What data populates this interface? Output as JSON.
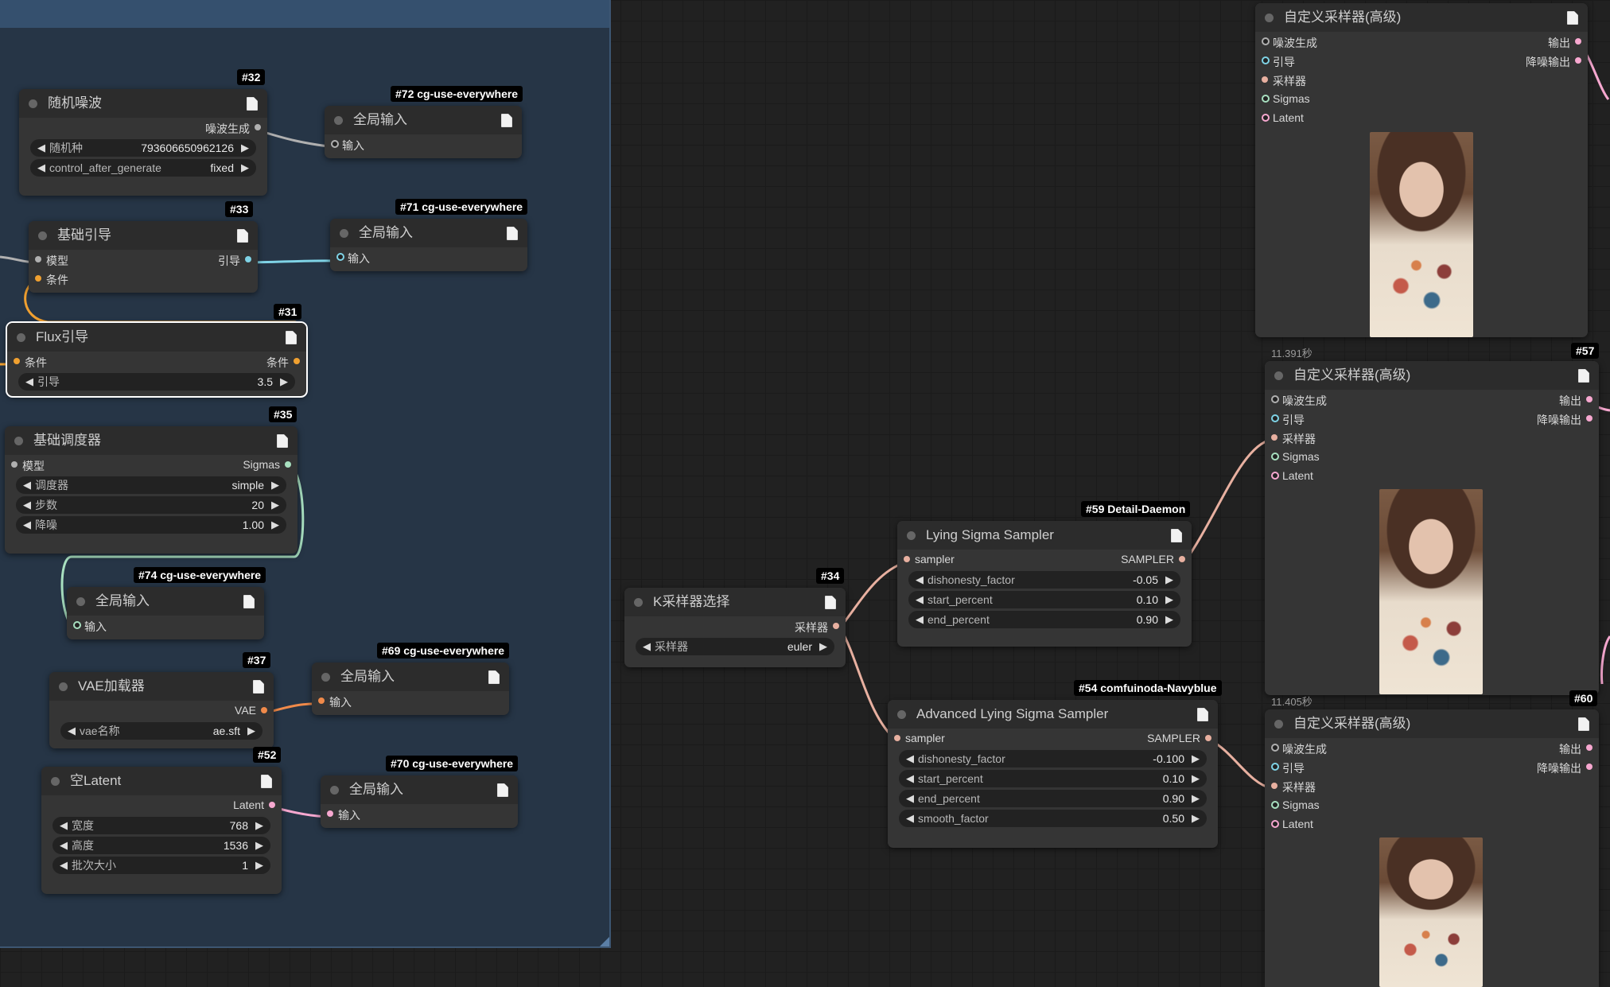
{
  "nodes": {
    "n32": {
      "badge": "#32",
      "title": "随机噪波",
      "output": "噪波生成",
      "seed_label": "随机种",
      "seed_value": "793606650962126",
      "cag_label": "control_after_generate",
      "cag_value": "fixed"
    },
    "n72": {
      "badge": "#72 cg-use-everywhere",
      "title": "全局输入",
      "input": "输入"
    },
    "n33": {
      "badge": "#33",
      "title": "基础引导",
      "input_model": "模型",
      "input_cond": "条件",
      "output": "引导"
    },
    "n71": {
      "badge": "#71 cg-use-everywhere",
      "title": "全局输入",
      "input": "输入"
    },
    "n31": {
      "badge": "#31",
      "title": "Flux引导",
      "input": "条件",
      "output": "条件",
      "guide_label": "引导",
      "guide_value": "3.5"
    },
    "n35": {
      "badge": "#35",
      "title": "基础调度器",
      "input": "模型",
      "output": "Sigmas",
      "scheduler_label": "调度器",
      "scheduler_value": "simple",
      "steps_label": "步数",
      "steps_value": "20",
      "denoise_label": "降噪",
      "denoise_value": "1.00"
    },
    "n74": {
      "badge": "#74 cg-use-everywhere",
      "title": "全局输入",
      "input": "输入"
    },
    "n37": {
      "badge": "#37",
      "title": "VAE加载器",
      "output": "VAE",
      "vae_label": "vae名称",
      "vae_value": "ae.sft"
    },
    "n69": {
      "badge": "#69 cg-use-everywhere",
      "title": "全局输入",
      "input": "输入"
    },
    "n52": {
      "badge": "#52",
      "title": "空Latent",
      "output": "Latent",
      "width_label": "宽度",
      "width_value": "768",
      "height_label": "高度",
      "height_value": "1536",
      "batch_label": "批次大小",
      "batch_value": "1"
    },
    "n70": {
      "badge": "#70 cg-use-everywhere",
      "title": "全局输入",
      "input": "输入"
    },
    "n34": {
      "badge": "#34",
      "title": "K采样器选择",
      "output": "采样器",
      "sampler_label": "采样器",
      "sampler_value": "euler"
    },
    "n59": {
      "badge": "#59 Detail-Daemon",
      "title": "Lying Sigma Sampler",
      "input": "sampler",
      "output": "SAMPLER",
      "w1_label": "dishonesty_factor",
      "w1_value": "-0.05",
      "w2_label": "start_percent",
      "w2_value": "0.10",
      "w3_label": "end_percent",
      "w3_value": "0.90"
    },
    "n54": {
      "badge": "#54 comfuinoda-Navyblue",
      "title": "Advanced Lying Sigma Sampler",
      "input": "sampler",
      "output": "SAMPLER",
      "w1_label": "dishonesty_factor",
      "w1_value": "-0.100",
      "w2_label": "start_percent",
      "w2_value": "0.10",
      "w3_label": "end_percent",
      "w3_value": "0.90",
      "w4_label": "smooth_factor",
      "w4_value": "0.50"
    },
    "adv1": {
      "title": "自定义采样器(高级)",
      "in1": "噪波生成",
      "in2": "引导",
      "in3": "采样器",
      "in4": "Sigmas",
      "in5": "Latent",
      "out1": "输出",
      "out2": "降噪输出",
      "timing": "11.391秒"
    },
    "adv2": {
      "badge": "#57",
      "title": "自定义采样器(高级)",
      "in1": "噪波生成",
      "in2": "引导",
      "in3": "采样器",
      "in4": "Sigmas",
      "in5": "Latent",
      "out1": "输出",
      "out2": "降噪输出",
      "timing": "11.405秒"
    },
    "adv3": {
      "badge": "#60",
      "title": "自定义采样器(高级)",
      "in1": "噪波生成",
      "in2": "引导",
      "in3": "采样器",
      "in4": "Sigmas",
      "in5": "Latent",
      "out1": "输出",
      "out2": "降噪输出"
    }
  },
  "icons": {
    "arrow_left": "◀",
    "arrow_right": "▶",
    "node_menu": "document-icon",
    "collapse": "circle-dot-icon"
  },
  "colors": {
    "group_bg": "#263546",
    "node_bg": "#353535",
    "wire_noise": "#b0b0b0",
    "wire_guide": "#7fd3e6",
    "wire_cond": "#f0a030",
    "wire_sigmas": "#a8e0c0",
    "wire_vae": "#f08a4a",
    "wire_latent": "#f7a8d0",
    "wire_sampler": "#e8b0a0"
  }
}
